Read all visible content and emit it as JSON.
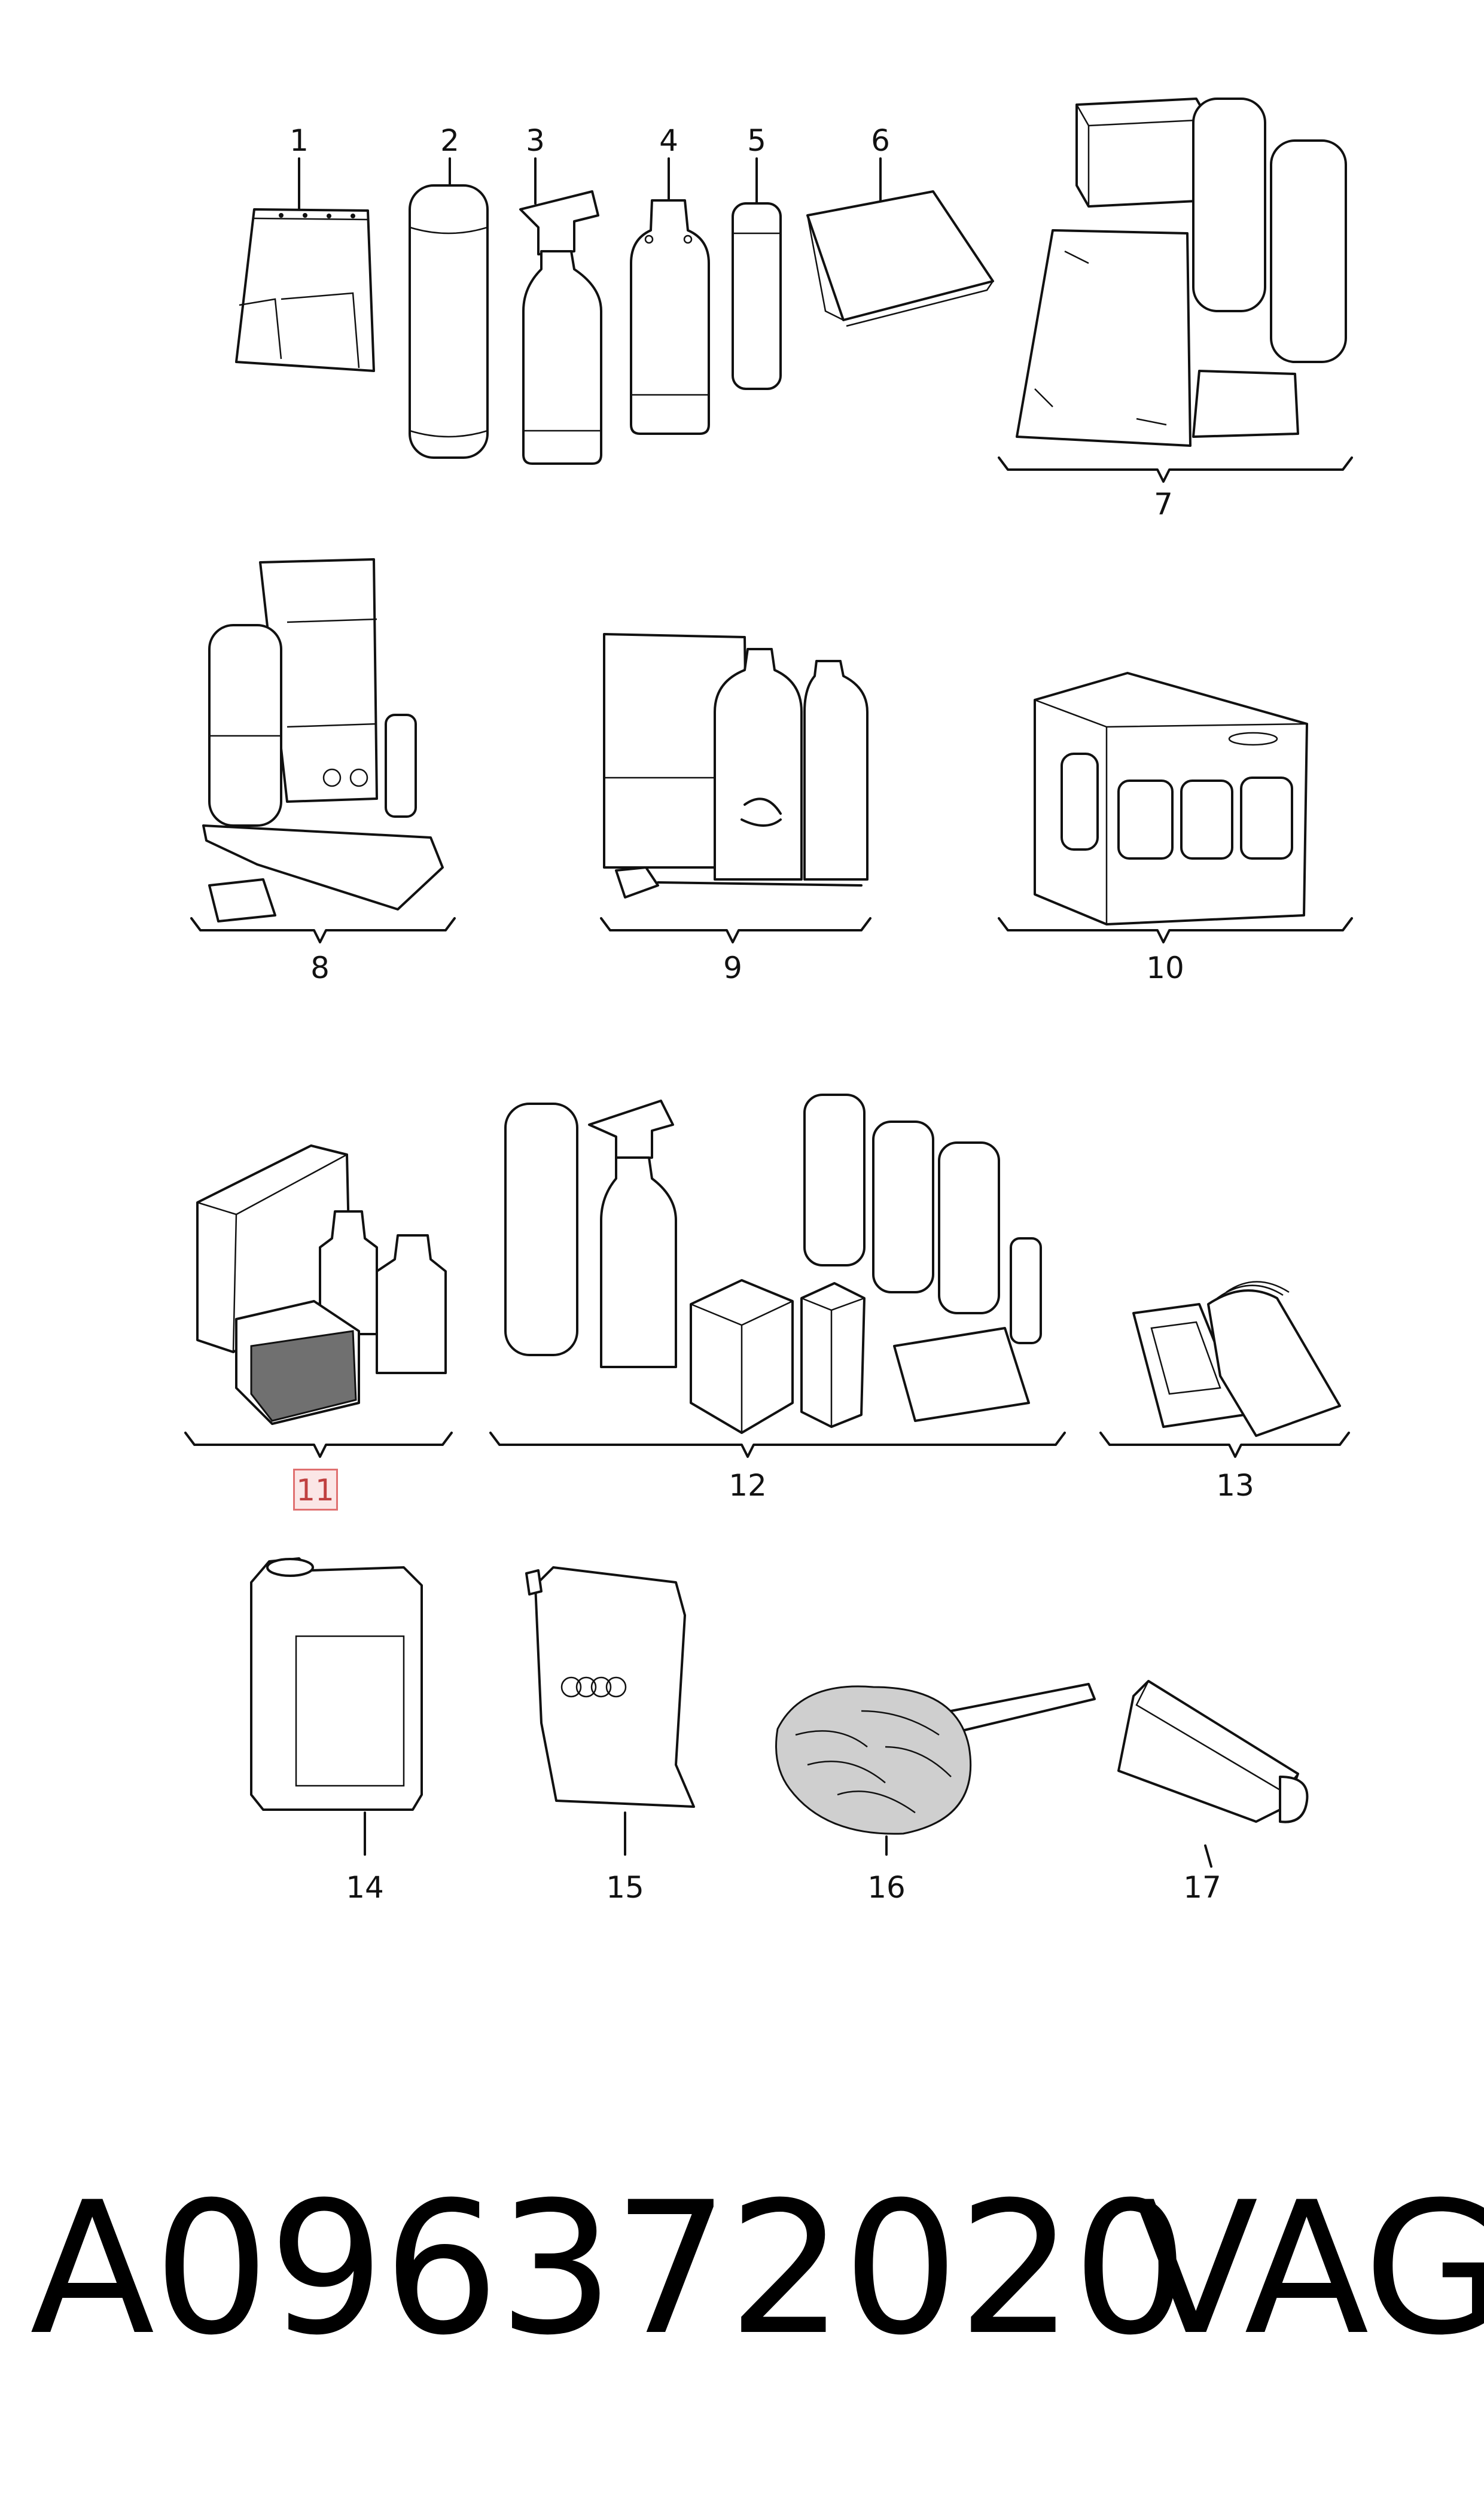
{
  "diagram": {
    "callouts": [
      {
        "id": "1",
        "label": "1"
      },
      {
        "id": "2",
        "label": "2"
      },
      {
        "id": "3",
        "label": "3"
      },
      {
        "id": "4",
        "label": "4"
      },
      {
        "id": "5",
        "label": "5"
      },
      {
        "id": "6",
        "label": "6"
      },
      {
        "id": "7",
        "label": "7"
      },
      {
        "id": "8",
        "label": "8"
      },
      {
        "id": "9",
        "label": "9"
      },
      {
        "id": "10",
        "label": "10"
      },
      {
        "id": "11",
        "label": "11",
        "highlighted": true
      },
      {
        "id": "12",
        "label": "12"
      },
      {
        "id": "13",
        "label": "13"
      },
      {
        "id": "14",
        "label": "14"
      },
      {
        "id": "15",
        "label": "15"
      },
      {
        "id": "16",
        "label": "16"
      },
      {
        "id": "17",
        "label": "17"
      }
    ],
    "highlight_color": "#e07070"
  },
  "footer": {
    "part_number": "A096372020",
    "brand": "VAG"
  }
}
